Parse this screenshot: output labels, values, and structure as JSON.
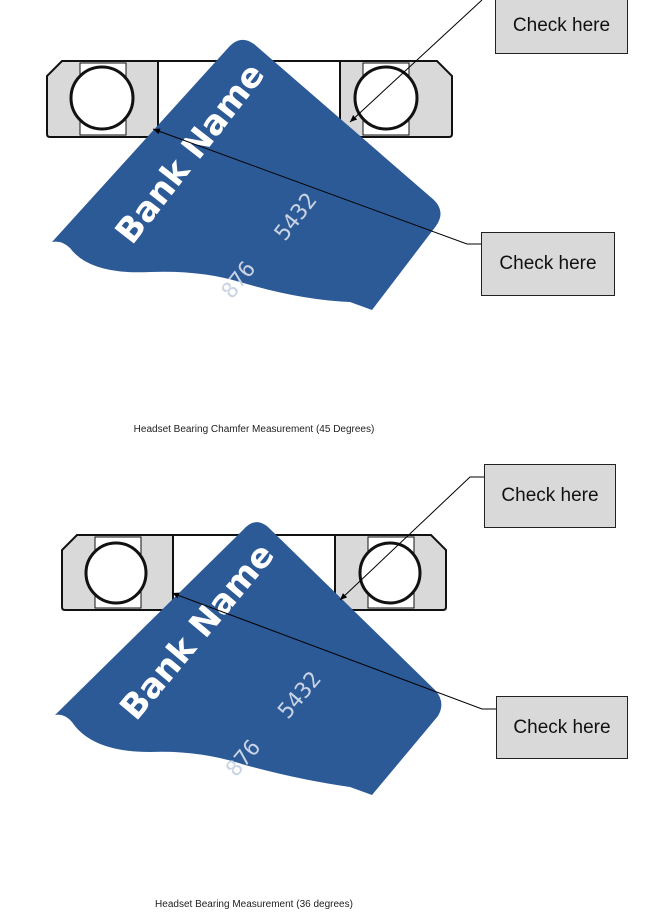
{
  "figures": [
    {
      "caption": "Headset Bearing Chamfer Measurement (45 Degrees)",
      "callout_top": "Check here",
      "callout_bottom": "Check here",
      "card_bank_name": "Bank Name",
      "card_number_part1": "876",
      "card_number_part2": "5432"
    },
    {
      "caption": "Headset Bearing Measurement (36 degrees)",
      "callout_top": "Check here",
      "callout_bottom": "Check here",
      "card_bank_name": "Bank Name",
      "card_number_part1": "876",
      "card_number_part2": "5432"
    }
  ],
  "colors": {
    "card": "#2C5A97",
    "bearing": "#D9D9D9",
    "callout": "#D9D9D9"
  }
}
